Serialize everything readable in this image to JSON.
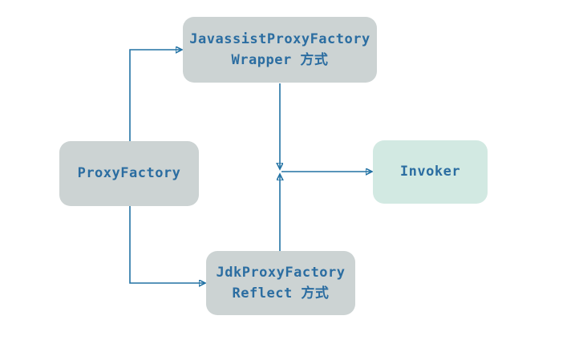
{
  "diagram": {
    "title": "ProxyFactory proxy creation diagram",
    "nodes": {
      "javassist": {
        "line1": "JavassistProxyFactory",
        "line2": "Wrapper 方式"
      },
      "proxy_factory": {
        "label": "ProxyFactory"
      },
      "invoker": {
        "label": "Invoker"
      },
      "jdk": {
        "line1": "JdkProxyFactory",
        "line2": "Reflect 方式"
      }
    },
    "edges": [
      {
        "from": "proxy_factory",
        "to": "javassist",
        "style": "elbow-up-right-arrow"
      },
      {
        "from": "proxy_factory",
        "to": "jdk",
        "style": "elbow-down-right-arrow"
      },
      {
        "from": "javassist",
        "to": "junction",
        "style": "straight-down-arrow"
      },
      {
        "from": "jdk",
        "to": "junction",
        "style": "straight-up-arrow"
      },
      {
        "from": "junction",
        "to": "invoker",
        "style": "straight-right-arrow"
      }
    ],
    "colors": {
      "node_gray": "#ccd3d3",
      "node_mint": "#d2e9e2",
      "line_blue": "#2272a4",
      "text_blue": "#2b6da1",
      "background": "#ffffff"
    }
  }
}
